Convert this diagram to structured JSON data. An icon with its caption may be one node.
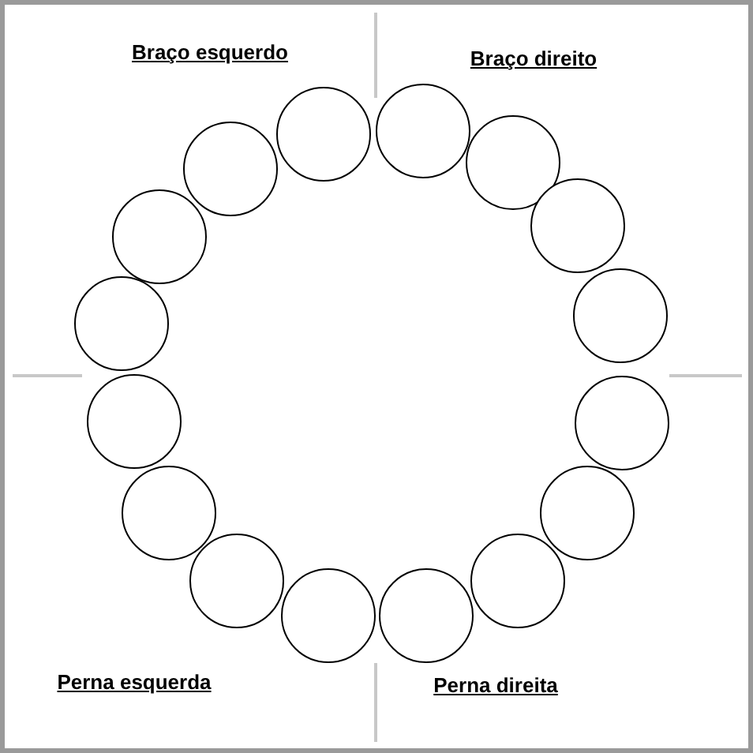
{
  "diagram": {
    "nodes": [
      {
        "text": [],
        "shape": "circle"
      },
      {
        "text": [],
        "shape": "circle"
      },
      {
        "text": [],
        "shape": "circle"
      },
      {
        "text": [],
        "shape": "circle"
      },
      {
        "text": [],
        "shape": "circle"
      },
      {
        "text": [],
        "shape": "circle"
      },
      {
        "text": [],
        "shape": "circle"
      },
      {
        "text": [],
        "shape": "circle"
      },
      {
        "text": [],
        "shape": "circle"
      },
      {
        "text": [],
        "shape": "circle"
      },
      {
        "text": [],
        "shape": "circle"
      },
      {
        "text": [],
        "shape": "circle"
      },
      {
        "text": [],
        "shape": "circle"
      },
      {
        "text": [],
        "shape": "circle"
      },
      {
        "text": [],
        "shape": "circle"
      },
      {
        "text": [],
        "shape": "circle"
      }
    ],
    "labels": [
      "Braço esquerdo",
      "Braço direito",
      "Perna esquerda",
      "Perna direita"
    ]
  }
}
